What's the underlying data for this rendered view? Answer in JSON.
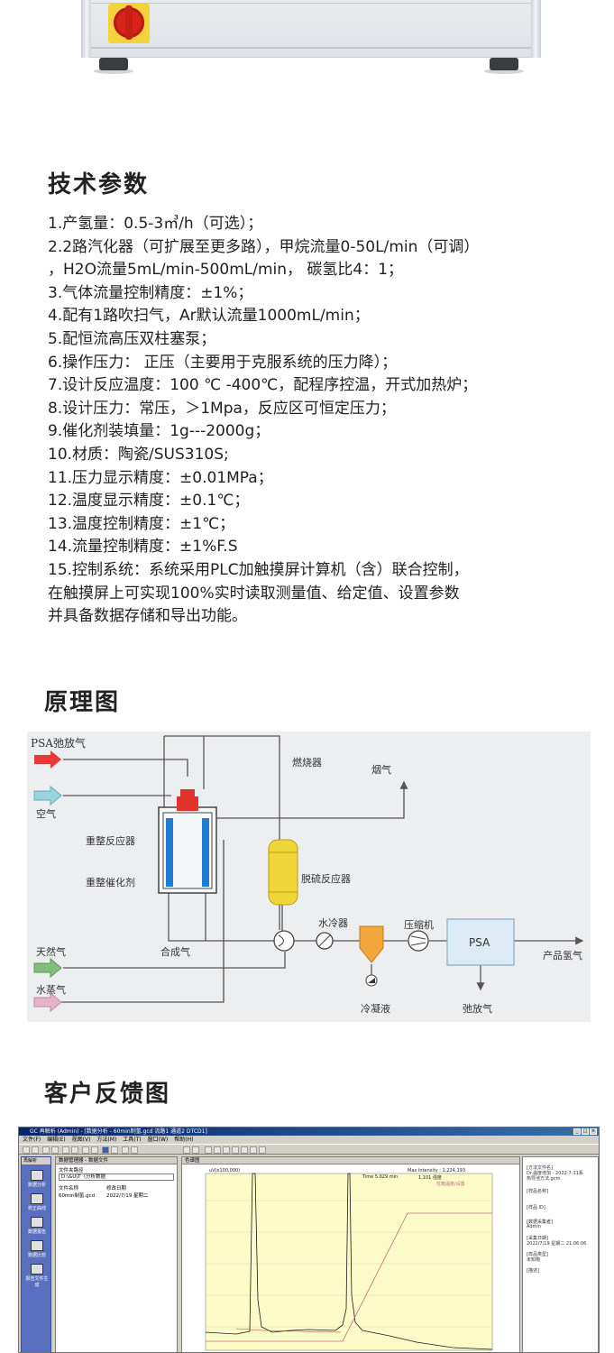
{
  "sections": {
    "tech_title": "技术参数",
    "principle_title": "原理图",
    "feedback_title": "客户反馈图"
  },
  "params": [
    "1.产氢量：0.5-3㎥/h（可选）；",
    "2.2路汽化器（可扩展至更多路），甲烷流量0-50L/min（可调）",
    "，H2O流量5mL/min-500mL/min，   碳氢比4：1；",
    "3.气体流量控制精度：±1%；",
    "4.配有1路吹扫气，Ar默认流量1000mL/min；",
    "5.配恒流高压双柱塞泵；",
    "6.操作压力：  正压（主要用于克服系统的压力降）；",
    "7.设计反应温度：100 ℃ -400℃，配程序控温，开式加热炉；",
    "8.设计压力：常压，＞1Mpa，反应区可恒定压力；",
    "9.催化剂装填量：1g---2000g；",
    "10.材质：陶瓷/SUS310S;",
    "11.压力显示精度：±0.01MPa；",
    "12.温度显示精度：±0.1℃；",
    "13.温度控制精度：±1℃；",
    "14.流量控制精度：±1%F.S",
    "15.控制系统：系统采用PLC加触摸屏计算机（含）联合控制，",
    "在触摸屏上可实现100%实时读取测量值、给定值、设置参数",
    "并具备数据存储和导出功能。"
  ],
  "diagram": {
    "psa_tail_gas": "PSA弛放气",
    "air": "空气",
    "burner": "燃烧器",
    "flue_gas": "烟气",
    "reformer": "重整反应器",
    "catalyst": "重整催化剂",
    "desulfurizer": "脱硫反应器",
    "water_cooler": "水冷器",
    "compressor": "压缩机",
    "psa": "PSA",
    "product_h2": "产品氢气",
    "natural_gas": "天然气",
    "syngas": "合成气",
    "steam": "水蒸气",
    "condensate": "冷凝液",
    "tail_gas": "弛放气",
    "colors": {
      "red_arrow": "#e8383a",
      "cyan_arrow": "#9ad4de",
      "green_arrow": "#7fbf7a",
      "pink_arrow": "#e6b3c8",
      "catalyst_blue": "#1f7ad1",
      "desulfurizer_yellow": "#f1d63a",
      "separator_orange": "#f3a63b",
      "psa_box": "#dcebf5"
    }
  },
  "feedback": {
    "title": "GC 再解析 (Admin) - [数据分析 - 60min制氢.gcd 流路1 通道2 DTCD1]",
    "menu": [
      "文件(F)",
      "编辑(E)",
      "视图(V)",
      "方法(M)",
      "工具(T)",
      "窗口(W)",
      "帮助(H)"
    ],
    "left_head": "再解析",
    "nav": [
      "数据分析",
      "校正曲线",
      "数据报告",
      "数据比较",
      "报告文件生成"
    ],
    "mid_head": "数据管理器 - 数据文件",
    "mid_folder_label": "文件夹路径",
    "mid_folder": "D:\\&U\\T（分析数据",
    "mid_col_name": "文件名称",
    "mid_col_date": "修改日期",
    "mid_file": "60min制氢.gcd",
    "mid_file_date": "2022/7/19 星期二",
    "chart_head": "色谱图",
    "chart_y_label": "uV(x100,000)",
    "chart_max": "Max Intensity : 1,224,193",
    "chart_time": "Time  5.029  min",
    "chart_int": "1,101  强度",
    "chart_legend": "柱箱温度/设置",
    "right": [
      "[方法文件名]",
      "Dr.温度增加 - 2022-7-11系",
      "热导池方法.gcm",
      "[样品名称]",
      "[样品 ID]",
      "[数据采集者]",
      "Admin",
      "[采集日期]",
      "2022/7/19 星期二 21:06:06",
      "[样品类型]",
      "未知物",
      "[描述]"
    ]
  }
}
